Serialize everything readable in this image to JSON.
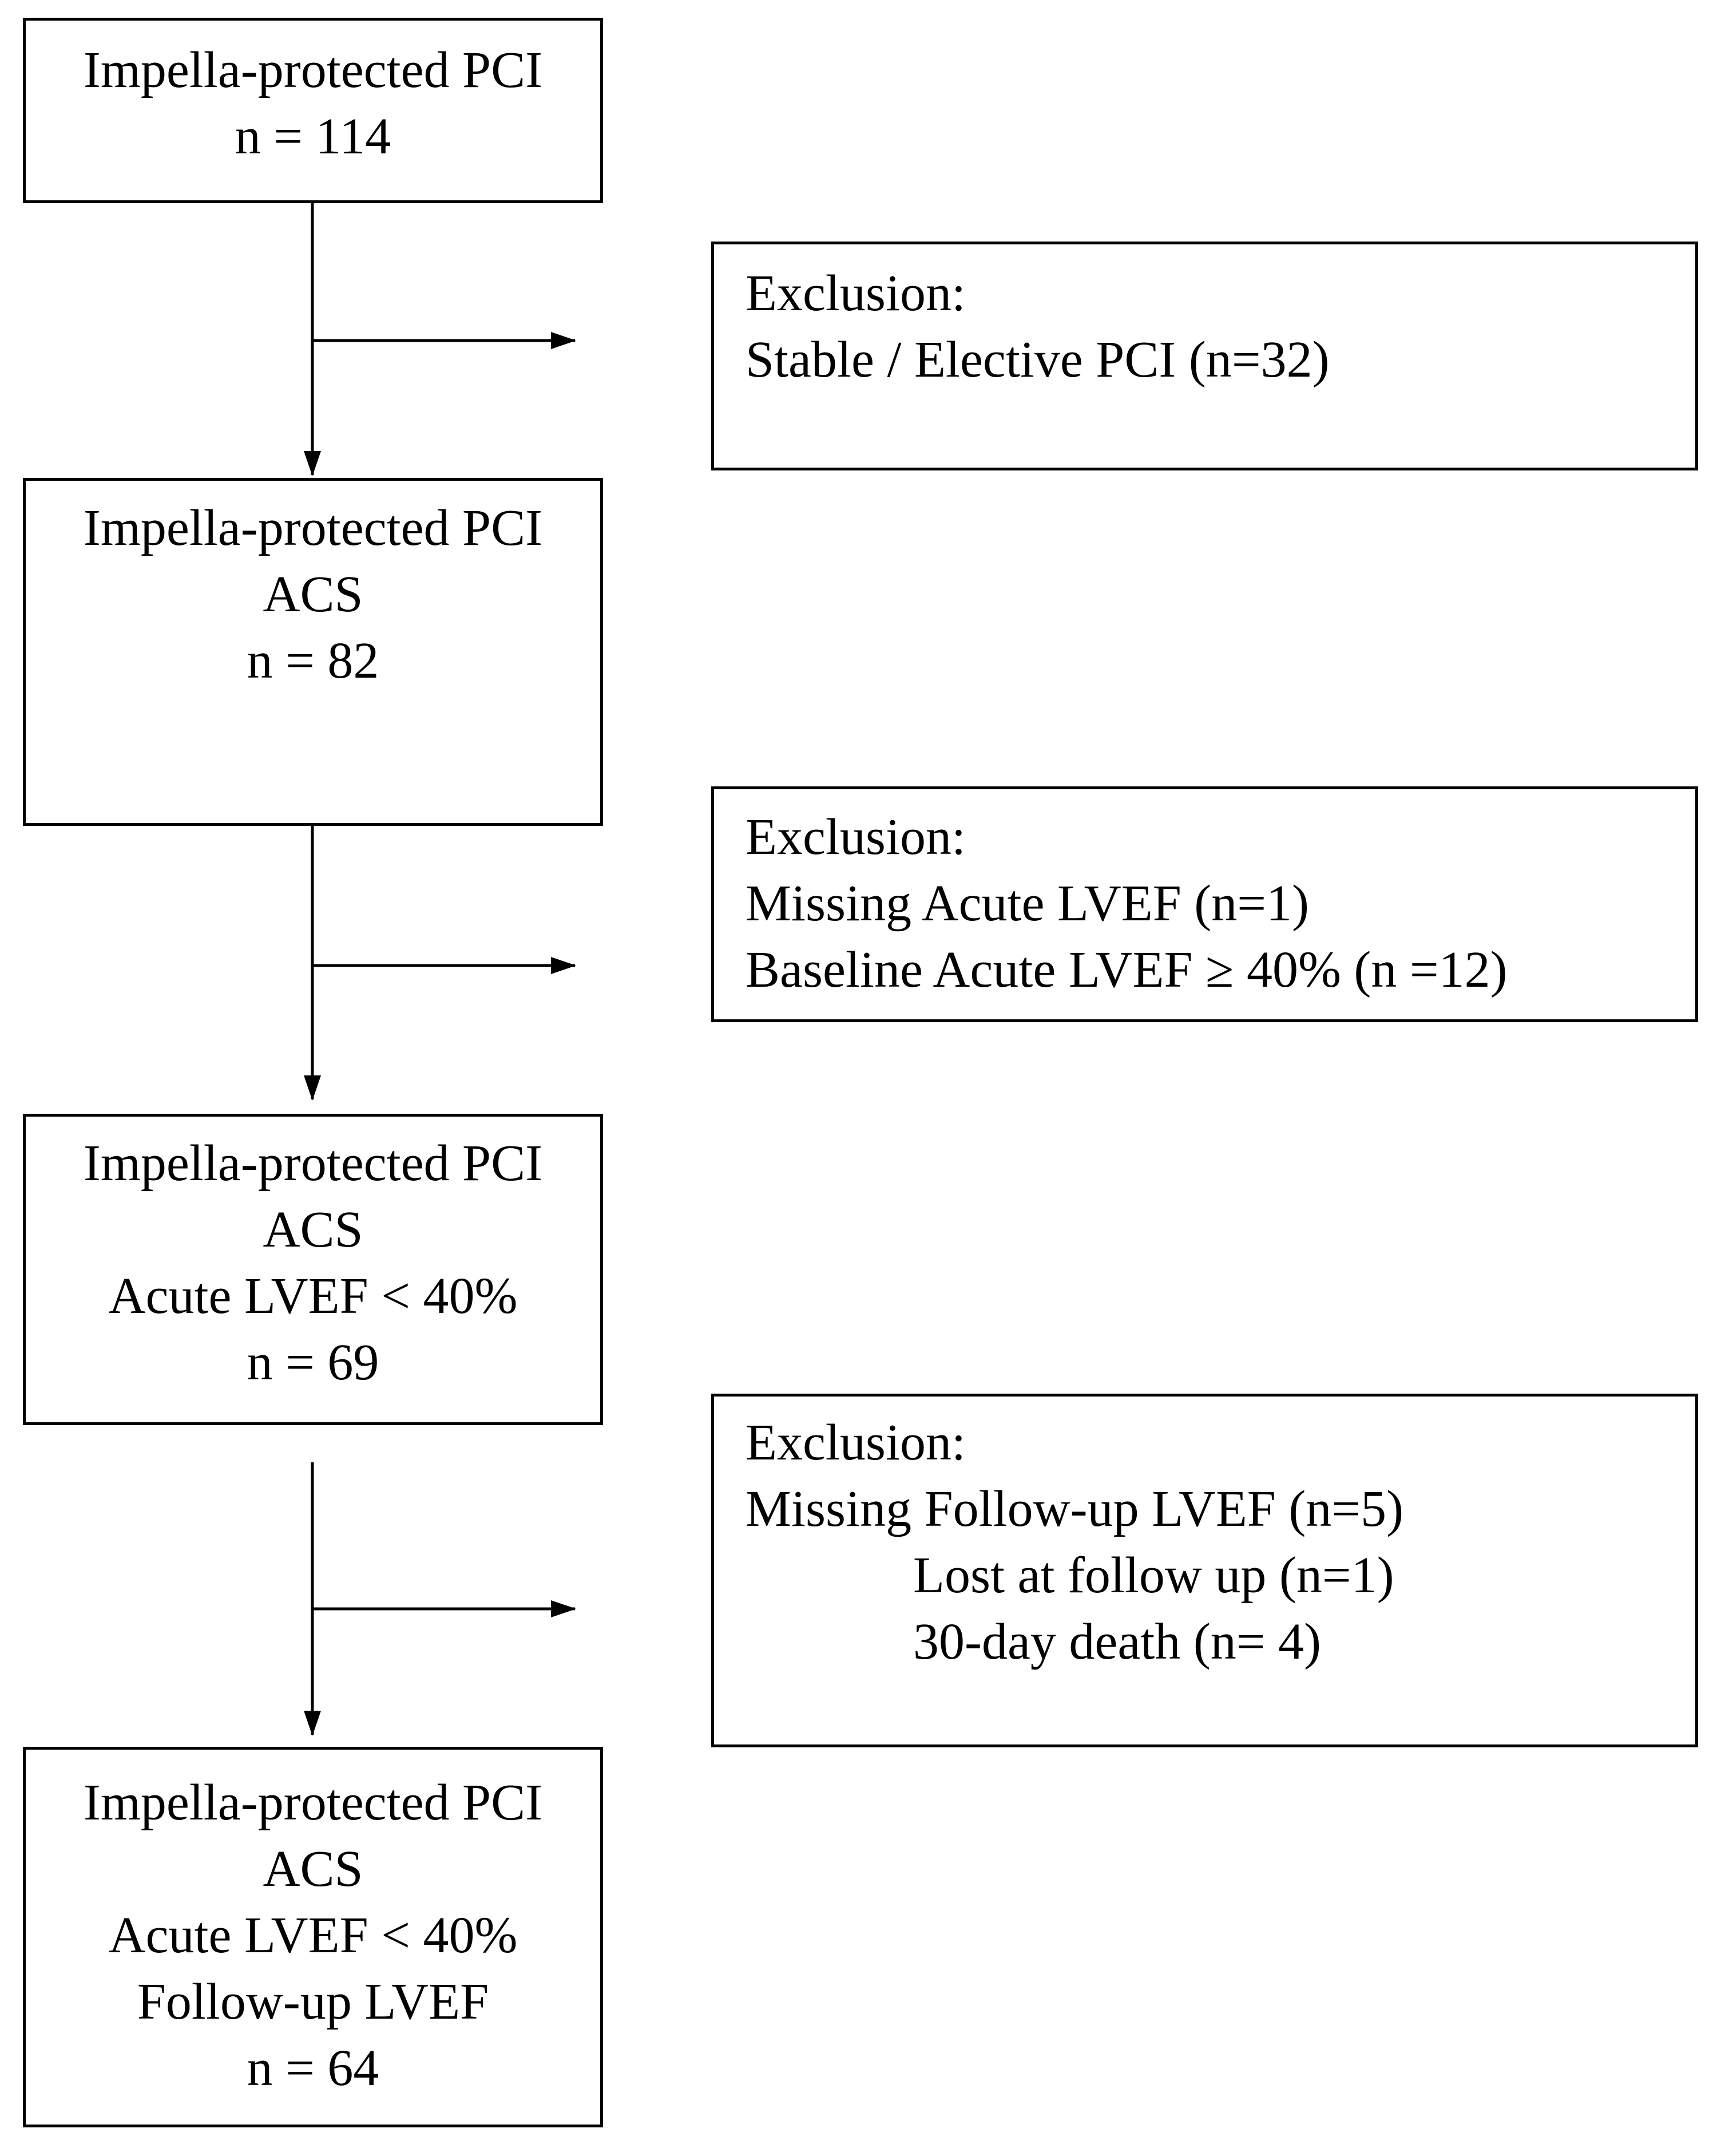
{
  "flowchart": {
    "main_boxes": [
      {
        "lines": [
          "Impella-protected PCI",
          "n = 114"
        ]
      },
      {
        "lines": [
          "Impella-protected PCI",
          "ACS",
          "n = 82"
        ]
      },
      {
        "lines": [
          "Impella-protected PCI",
          "ACS",
          "Acute LVEF < 40%",
          "n = 69"
        ]
      },
      {
        "lines": [
          "Impella-protected PCI",
          "ACS",
          "Acute LVEF < 40%",
          "Follow-up LVEF",
          "n = 64"
        ]
      }
    ],
    "exclusion_boxes": [
      {
        "lines": [
          "Exclusion:",
          "Stable / Elective PCI (n=32)"
        ]
      },
      {
        "lines": [
          "Exclusion:",
          "Missing Acute LVEF (n=1)",
          "Baseline Acute LVEF ≥ 40% (n =12)"
        ]
      },
      {
        "lines": [
          "Exclusion:",
          "Missing Follow-up LVEF (n=5)",
          "Lost at follow up (n=1)",
          "30-day death (n= 4)"
        ]
      }
    ]
  }
}
